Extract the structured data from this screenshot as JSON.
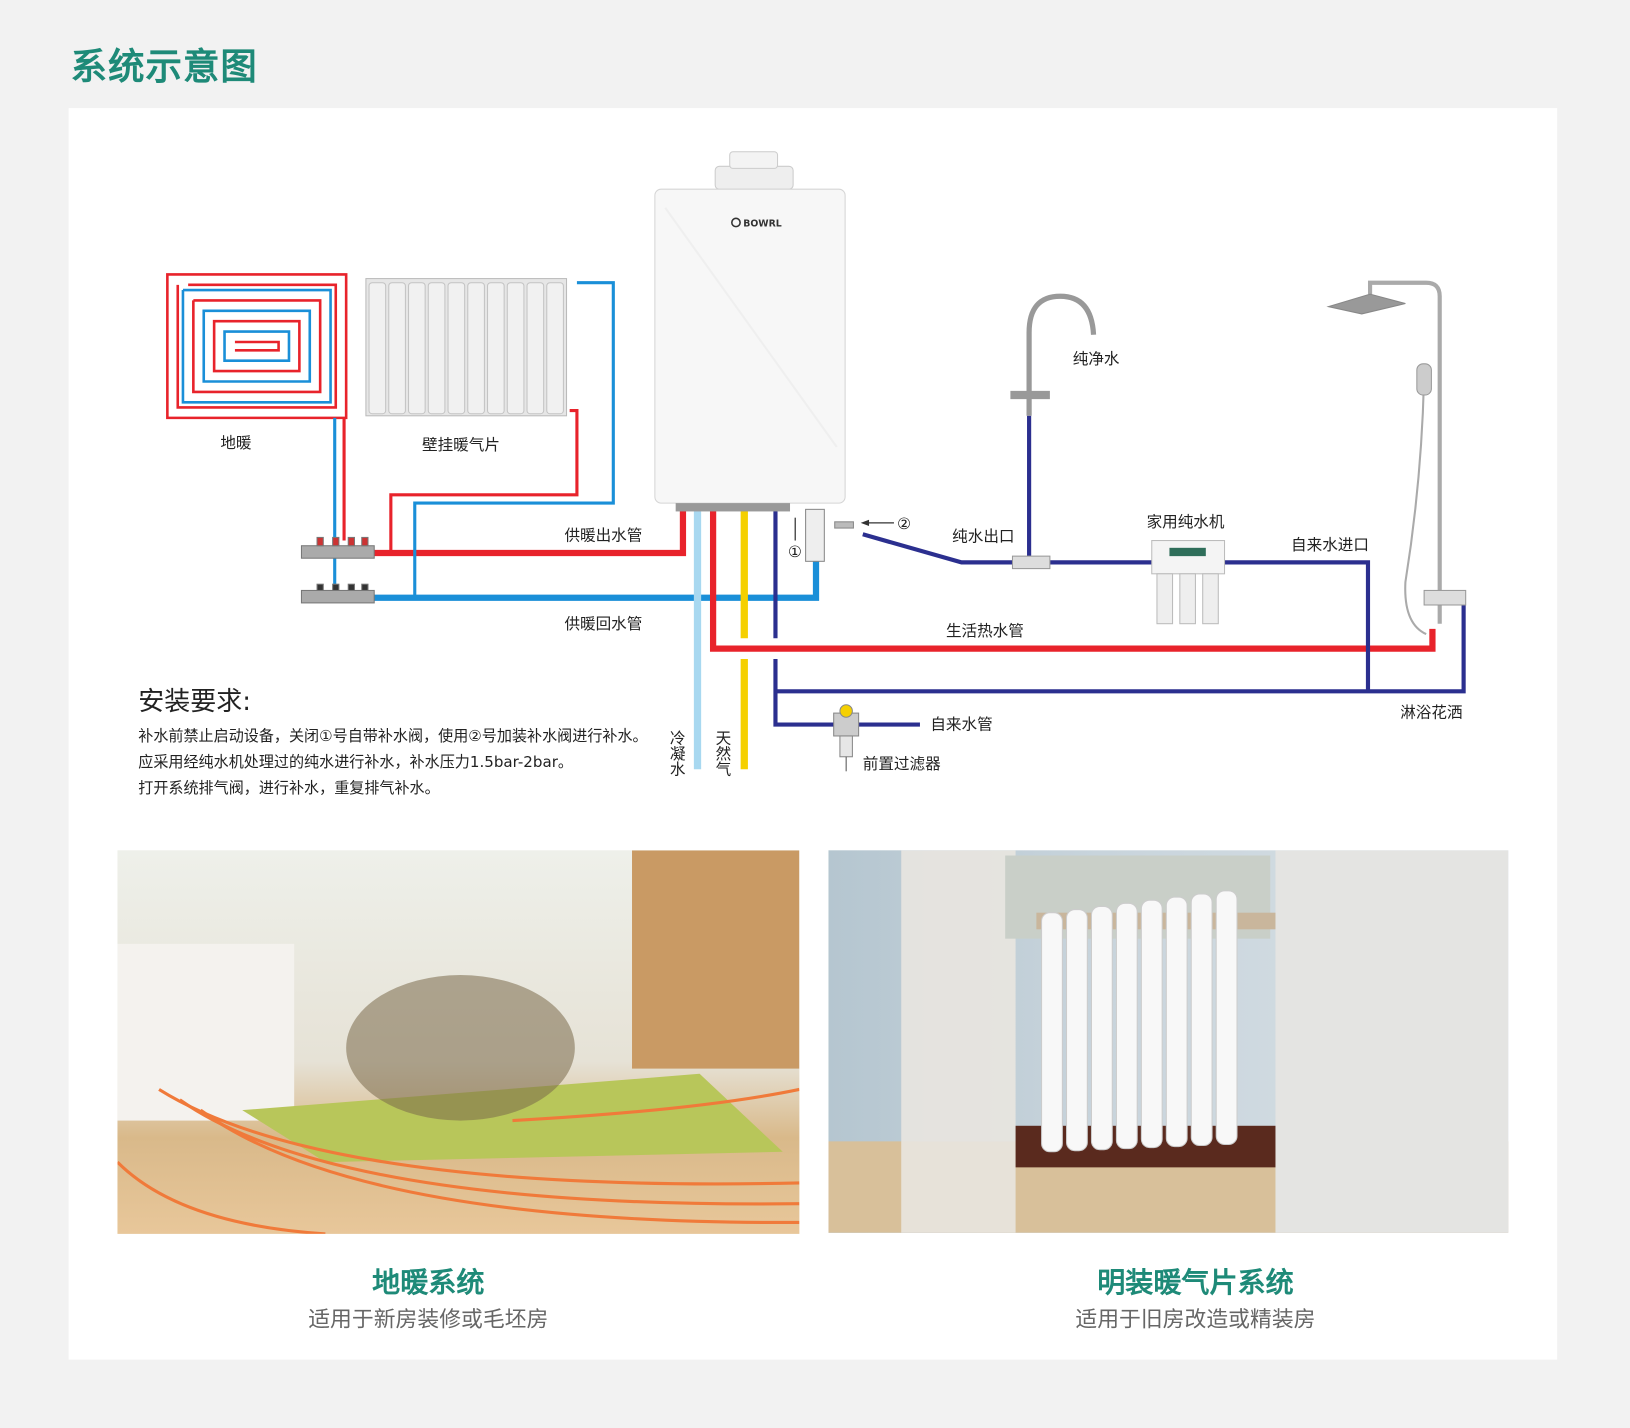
{
  "header": {
    "title": "系统示意图"
  },
  "diagram": {
    "brand": "BOWRL",
    "labels": {
      "floor_heating": "地暖",
      "radiator": "壁挂暖气片",
      "supply_pipe": "供暖出水管",
      "return_pipe": "供暖回水管",
      "pure_outlet": "纯水出口",
      "pure_water": "纯净水",
      "purifier": "家用纯水机",
      "tap_inlet": "自来水进口",
      "hot_water_pipe": "生活热水管",
      "shower": "淋浴花洒",
      "tap_pipe": "自来水管",
      "pre_filter": "前置过滤器",
      "condensate": "冷凝水",
      "gas": "天然气",
      "valve_1": "①",
      "valve_2": "②"
    },
    "colors": {
      "supply": "#e8232b",
      "return": "#1a8fd8",
      "condensate": "#a8d8f0",
      "gas": "#f5d000",
      "tap": "#2b2f8f"
    }
  },
  "requirements": {
    "title": "安装要求:",
    "lines": [
      "补水前禁止启动设备，关闭①号自带补水阀，使用②号加装补水阀进行补水。",
      "应采用经纯水机处理过的纯水进行补水，补水压力1.5bar-2bar。",
      "打开系统排气阀，进行补水，重复排气补水。"
    ]
  },
  "systems": [
    {
      "title": "地暖系统",
      "subtitle": "适用于新房装修或毛坯房"
    },
    {
      "title": "明装暖气片系统",
      "subtitle": "适用于旧房改造或精装房"
    }
  ]
}
